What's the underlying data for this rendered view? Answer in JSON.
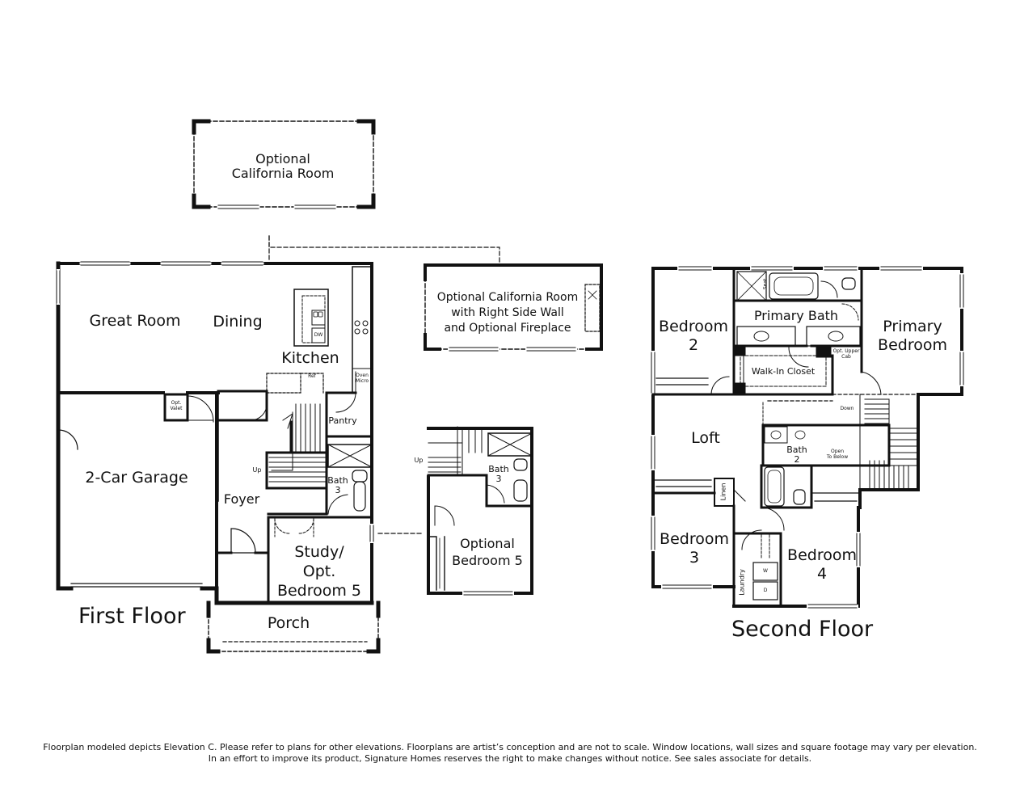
{
  "first_floor": {
    "title": "First Floor",
    "rooms": {
      "great_room": "Great Room",
      "dining": "Dining",
      "kitchen": "Kitchen",
      "garage": "2-Car Garage",
      "foyer": "Foyer",
      "pantry": "Pantry",
      "bath3": [
        "Bath",
        "3"
      ],
      "study": [
        "Study/",
        "Opt.",
        "Bedroom 5"
      ],
      "porch": "Porch",
      "opt_valet": [
        "Opt.",
        "Valet"
      ],
      "up": "Up",
      "ref": "Ref",
      "dw": "DW",
      "oven_micro": [
        "Oven",
        "Micro"
      ]
    },
    "optional_california_room": [
      "Optional",
      "California Room"
    ],
    "optional_california_room_side": [
      "Optional California Room",
      "with Right Side Wall",
      "and Optional Fireplace"
    ],
    "alt_bedroom": {
      "label": [
        "Optional",
        "Bedroom 5"
      ],
      "bath3": [
        "Bath",
        "3"
      ],
      "up": "Up"
    }
  },
  "second_floor": {
    "title": "Second Floor",
    "rooms": {
      "bedroom2": [
        "Bedroom",
        "2"
      ],
      "primary_bath": "Primary Bath",
      "primary_bedroom": [
        "Primary",
        "Bedroom"
      ],
      "walk_in_closet": "Walk-In Closet",
      "opt_upper_cab": [
        "Opt. Upper",
        "Cab"
      ],
      "seat": "Seat",
      "loft": "Loft",
      "bath2": [
        "Bath",
        "2"
      ],
      "open_to_below": [
        "Open",
        "To Below"
      ],
      "down": "Down",
      "linen": "Linen",
      "bedroom3": [
        "Bedroom",
        "3"
      ],
      "bedroom4": [
        "Bedroom",
        "4"
      ],
      "laundry": "Laundry",
      "washer": "W",
      "dryer": "D"
    }
  },
  "disclaimer": [
    "Floorplan modeled depicts Elevation C. Please refer to plans for other elevations. Floorplans are artist’s conception and are not to scale. Window locations, wall sizes and square footage may vary per elevation.",
    "In an effort to improve its product, Signature Homes reserves the right to make changes without notice. See sales associate for details."
  ]
}
